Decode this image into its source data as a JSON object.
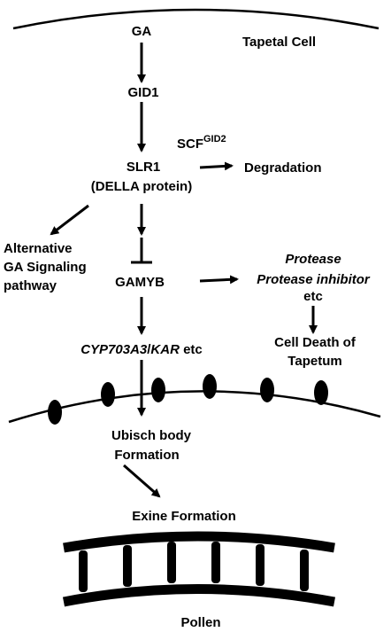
{
  "labels": {
    "ga": "GA",
    "tapetal_cell": "Tapetal Cell",
    "gid1": "GID1",
    "scf": "SCF",
    "scf_sup": "GID2",
    "slr1": "SLR1",
    "della": "(DELLA protein)",
    "degradation": "Degradation",
    "alt_line1": "Alternative",
    "alt_line2": "GA Signaling",
    "alt_line3": "pathway",
    "gamyb": "GAMYB",
    "protease": "Protease",
    "protease_inhibitor": "Protease inhibitor",
    "etc": "etc",
    "cyp_gene": "CYP703A3",
    "slash": "/",
    "kar_gene": "KAR",
    "cyp_etc": " etc",
    "cell_death_line1": "Cell Death of",
    "cell_death_line2": "Tapetum",
    "ubisch_line1": "Ubisch body",
    "ubisch_line2": "Formation",
    "exine": "Exine Formation",
    "pollen": "Pollen"
  }
}
